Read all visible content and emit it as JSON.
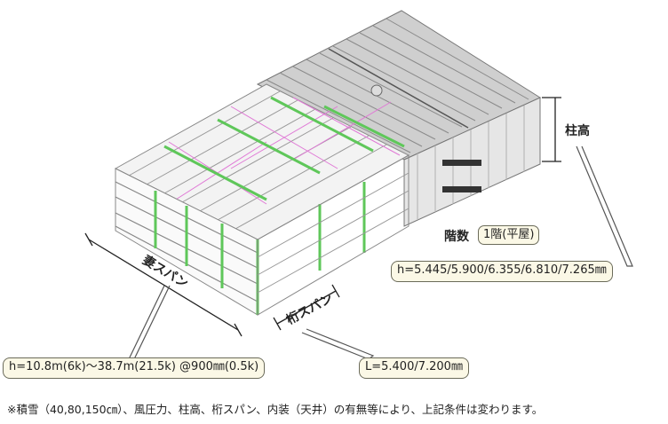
{
  "labels": {
    "pillar_height": "柱高",
    "floors_label": "階数",
    "floors_value": "1階(平屋)",
    "gable_span": "妻スパン",
    "beam_span": "桁スパン"
  },
  "callouts": {
    "height_values": "h=5.445/5.900/6.355/6.810/7.265㎜",
    "gable_values": "h=10.8m(6k)～38.7m(21.5k) @900㎜(0.5k)",
    "beam_values": "L=5.400/7.200㎜"
  },
  "footnote": "※積雪（40,80,150㎝）、風圧力、柱高、桁スパン、内装（天井）の有無等により、上記条件は変わります。",
  "colors": {
    "frame_green": "#5fc75a",
    "brace_pink": "#e07ad6",
    "roof_gray": "#9a9a9a",
    "callout_bg": "#fbf8e6"
  }
}
